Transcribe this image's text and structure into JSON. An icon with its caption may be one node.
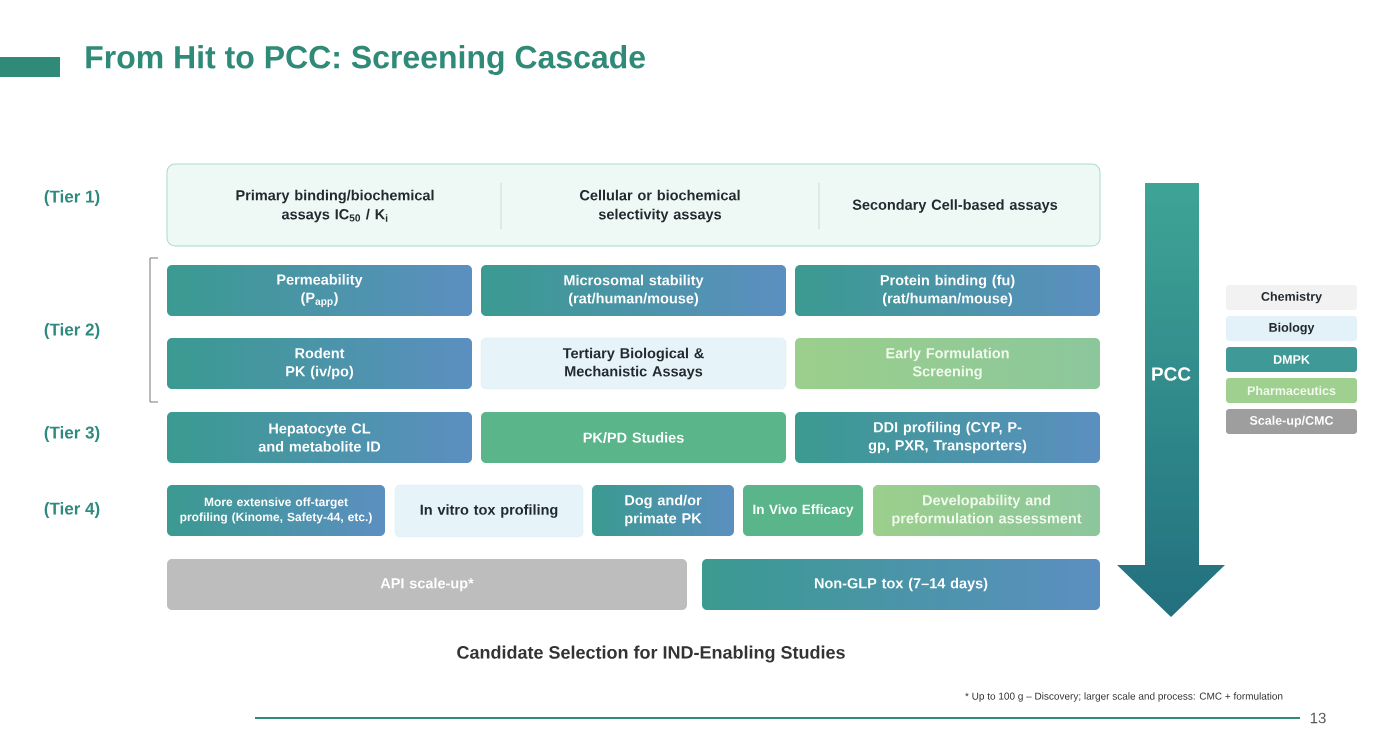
{
  "diagram": {
    "title": "From Hit to PCC: Screening Cascade",
    "nodes": [
      {
        "text": [
          "Primary binding/biochemical assays IC$_{50}$ / K$_{i}$",
          "Cellular or biochemical selectivity assays",
          "Secondary Cell-based assays"
        ]
      },
      {
        "text": [
          "Permeability (P$_{app}$)"
        ]
      },
      {
        "text": [
          "Microsomal stability (rat/human/mouse)"
        ]
      },
      {
        "text": [
          "Protein binding (fu) (rat/human/mouse)"
        ]
      },
      {
        "text": [
          "Rodent PK (iv/po)"
        ]
      },
      {
        "text": [
          "Tertiary Biological & Mechanistic Assays"
        ]
      },
      {
        "text": [
          "Early Formulation Screening"
        ]
      },
      {
        "text": [
          "Hepatocyte CL and metabolite ID"
        ]
      },
      {
        "text": [
          "PK/PD Studies"
        ]
      },
      {
        "text": [
          "DDI profiling (CYP, P-gp, PXR, Transporters)"
        ]
      },
      {
        "text": [
          "More extensive off-target profiling (Kinome, Safety-44, etc.)"
        ]
      },
      {
        "text": [
          "In vitro tox profiling"
        ]
      },
      {
        "text": [
          "Dog and/or primate PK"
        ]
      },
      {
        "text": [
          "In Vivo Efficacy"
        ]
      },
      {
        "text": [
          "Developability and preformulation assessment"
        ]
      },
      {
        "text": [
          "API scale-up*"
        ]
      },
      {
        "text": [
          "Non-GLP tox (7–14 days)"
        ]
      },
      {
        "text": [
          "PCC"
        ]
      }
    ],
    "labels": [
      "(Tier 1)",
      "(Tier 2)",
      "(Tier 3)",
      "(Tier 4)",
      "Candidate Selection for IND-Enabling Studies",
      "* Up to 100 g – Discovery; larger scale and process: CMC + formulation",
      "13"
    ],
    "legend": [
      {
        "text": "Chemistry",
        "color": "#f2f2f2"
      },
      {
        "text": "Biology",
        "color": "#e3f2f8"
      },
      {
        "text": "DMPK",
        "color": "#3f9a97"
      },
      {
        "text": "Pharmaceutics",
        "color": "#9fd08f"
      },
      {
        "text": "Scale-up/CMC",
        "color": "#9e9e9e"
      }
    ]
  }
}
